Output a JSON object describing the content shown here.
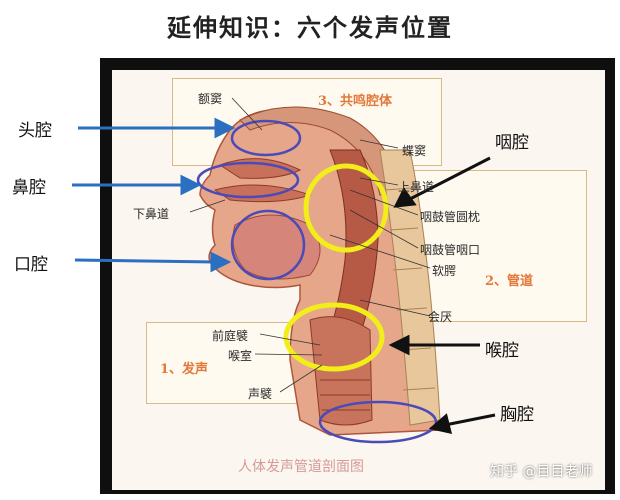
{
  "title": "延伸知识：六个发声位置",
  "diagram": {
    "caption": "人体发声管道剖面图",
    "watermark": "知乎 @目目老师",
    "sections": {
      "resonance": "3、共鸣腔体",
      "tract": "2、管道",
      "phonation": "1、发声"
    },
    "anatomy_labels": {
      "frontal_sinus": "额窦",
      "sphenoid_sinus": "蝶窦",
      "superior_meatus": "上鼻道",
      "inferior_meatus": "下鼻道",
      "torus_tubarius": "咽鼓管圆枕",
      "pharyngeal_opening": "咽鼓管咽口",
      "soft_palate": "软腭",
      "epiglottis": "会厌",
      "vestibular_fold": "前庭襞",
      "ventricle": "喉室",
      "vocal_fold": "声襞"
    },
    "cavities": [
      {
        "name": "头腔",
        "side": "left",
        "marker": "blue-ellipse"
      },
      {
        "name": "鼻腔",
        "side": "left",
        "marker": "blue-ellipse"
      },
      {
        "name": "口腔",
        "side": "left",
        "marker": "blue-ellipse"
      },
      {
        "name": "咽腔",
        "side": "right",
        "marker": "yellow-circle"
      },
      {
        "name": "喉腔",
        "side": "right",
        "marker": "yellow-circle"
      },
      {
        "name": "胸腔",
        "side": "right",
        "marker": "blue-ellipse"
      }
    ],
    "colors": {
      "blue_marker": "#4a4bb8",
      "yellow_marker": "#f2ee1a",
      "arrow_blue": "#2a6fc0",
      "arrow_black": "#111111",
      "section_label": "#e2793a"
    }
  }
}
